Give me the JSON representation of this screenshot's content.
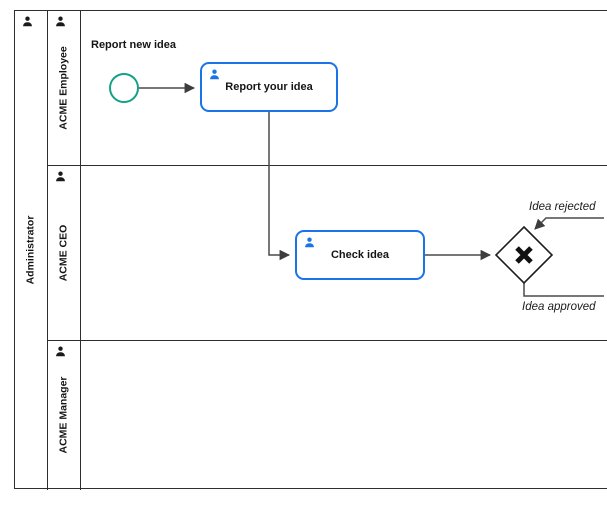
{
  "pool": {
    "label": "Administrator"
  },
  "lanes": [
    {
      "label": "ACME Employee"
    },
    {
      "label": "ACME CEO"
    },
    {
      "label": "ACME Manager"
    }
  ],
  "nodes": {
    "start_event": {
      "label": "Report new idea",
      "type": "start-event"
    },
    "task_report": {
      "label": "Report your idea",
      "type": "user-task"
    },
    "task_check": {
      "label": "Check idea",
      "type": "user-task"
    },
    "gateway": {
      "type": "exclusive-gateway"
    }
  },
  "flows": {
    "rejected": {
      "label": "Idea rejected"
    },
    "approved": {
      "label": "Idea approved"
    }
  },
  "colors": {
    "task_border": "#1A73E8",
    "task_icon": "#1A73E8",
    "start_event_stroke": "#16A085",
    "connector": "#4A4A4A",
    "frame": "#2E2E2E"
  }
}
